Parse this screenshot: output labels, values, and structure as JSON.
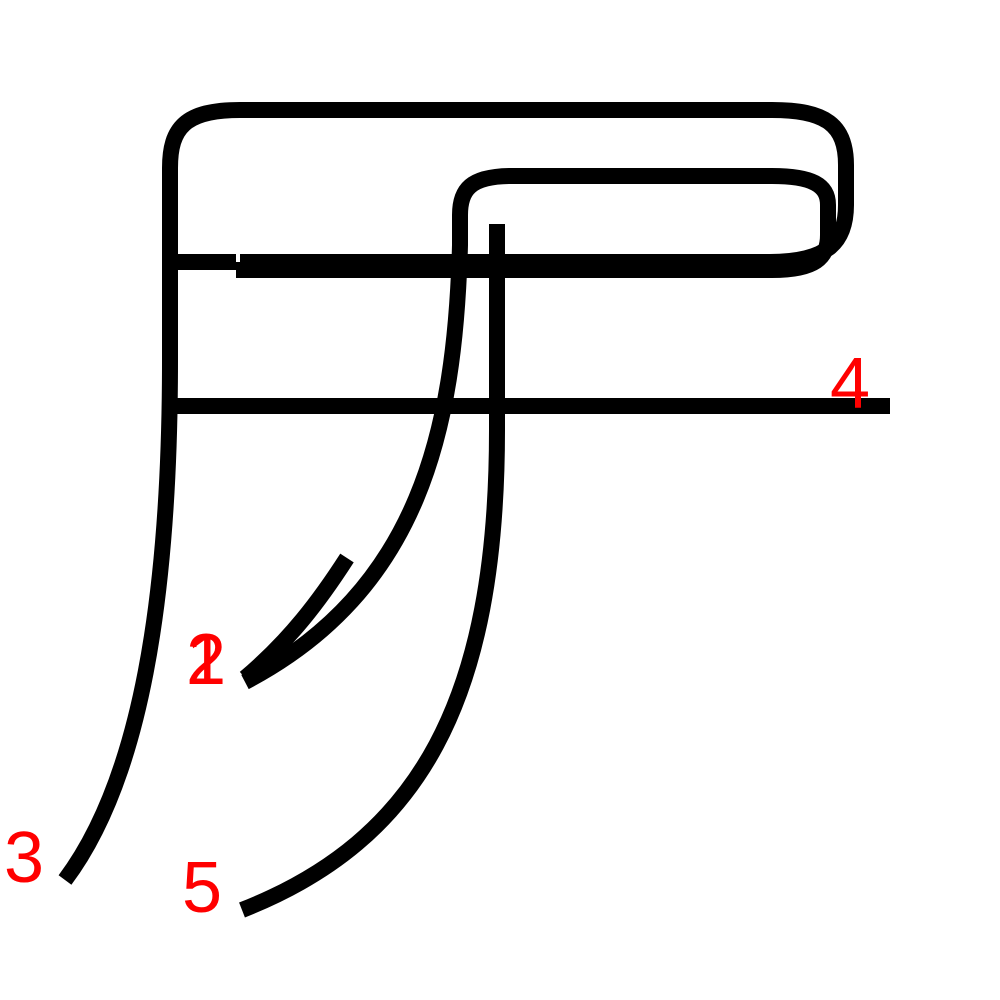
{
  "colors": {
    "stroke": "#000000",
    "label": "#ff0000",
    "background": "#ffffff"
  },
  "stroke_order": {
    "labels": {
      "s1": "1",
      "s2": "2",
      "s3": "3",
      "s4": "4",
      "s5": "5"
    }
  }
}
